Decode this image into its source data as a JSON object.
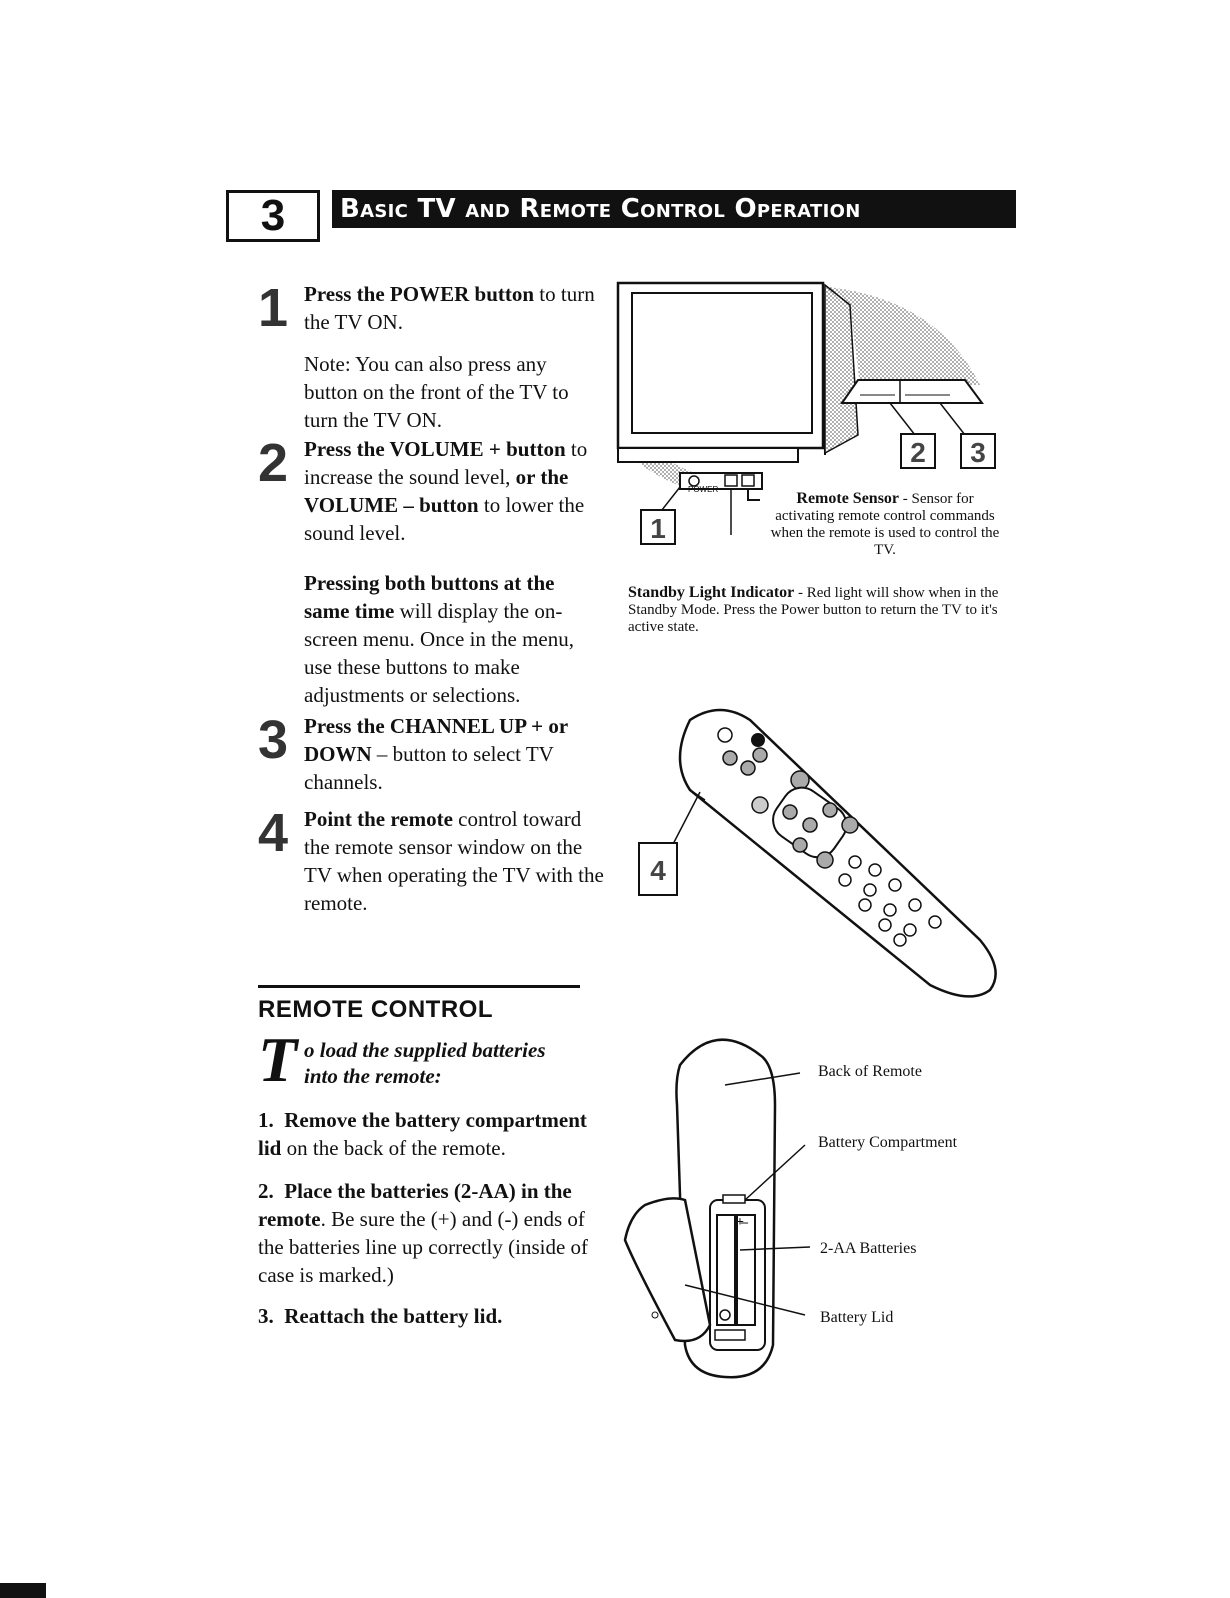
{
  "header": {
    "section_number": "3",
    "section_title": "Basic TV and Remote Control Operation"
  },
  "steps": [
    {
      "number": "1",
      "main_bold": "Press the POWER button",
      "main_rest": " to turn the TV ON.",
      "note": "Note: You can also press any button on the front of the TV to turn the TV ON."
    },
    {
      "number": "2",
      "part1_bold": "Press the VOLUME + button",
      "part2": " to increase the sound level, ",
      "part3_bold": "or the VOLUME – button",
      "part4": " to lower the sound level.",
      "extra_bold": "Pressing both buttons at the same time",
      "extra_rest": " will display the on-screen menu. Once in the menu, use these buttons to make adjustments or selections."
    },
    {
      "number": "3",
      "bold": "Press the CHANNEL UP + or DOWN",
      "rest": " – button to select TV channels."
    },
    {
      "number": "4",
      "bold": "Point the remote",
      "rest": " control toward the remote sensor window on the TV when operating the TV with the remote."
    }
  ],
  "tv_figure": {
    "callout_1": "1",
    "callout_2": "2",
    "callout_3": "3",
    "power_label": "POWER",
    "remote_sensor_title": "Remote Sensor",
    "remote_sensor_text": " - Sensor for activating remote control commands when the remote is used to control the TV.",
    "standby_title": "Standby Light Indicator",
    "standby_text": " - Red light will show when in the Standby Mode. Press the Power button to return the TV to it's active state."
  },
  "remote_figure": {
    "callout_4": "4"
  },
  "remote_control": {
    "heading": "REMOTE CONTROL",
    "dropcap": "T",
    "intro_line1": "o load the supplied batteries",
    "intro_line2": "into the remote:",
    "instructions": [
      {
        "num": "1.",
        "bold": "Remove the battery compartment lid",
        "rest": " on the back of the remote."
      },
      {
        "num": "2.",
        "bold": "Place the batteries (2-AA) in the remote",
        "rest": ". Be sure the (+) and (-) ends of the batteries line up correctly (inside of case is marked.)"
      },
      {
        "num": "3.",
        "bold": "Reattach the battery lid.",
        "rest": ""
      }
    ]
  },
  "battery_figure": {
    "back_of_remote": "Back of Remote",
    "battery_compartment": "Battery Compartment",
    "batteries": "2-AA Batteries",
    "battery_lid": "Battery Lid",
    "plus": "+",
    "minus": "–"
  }
}
